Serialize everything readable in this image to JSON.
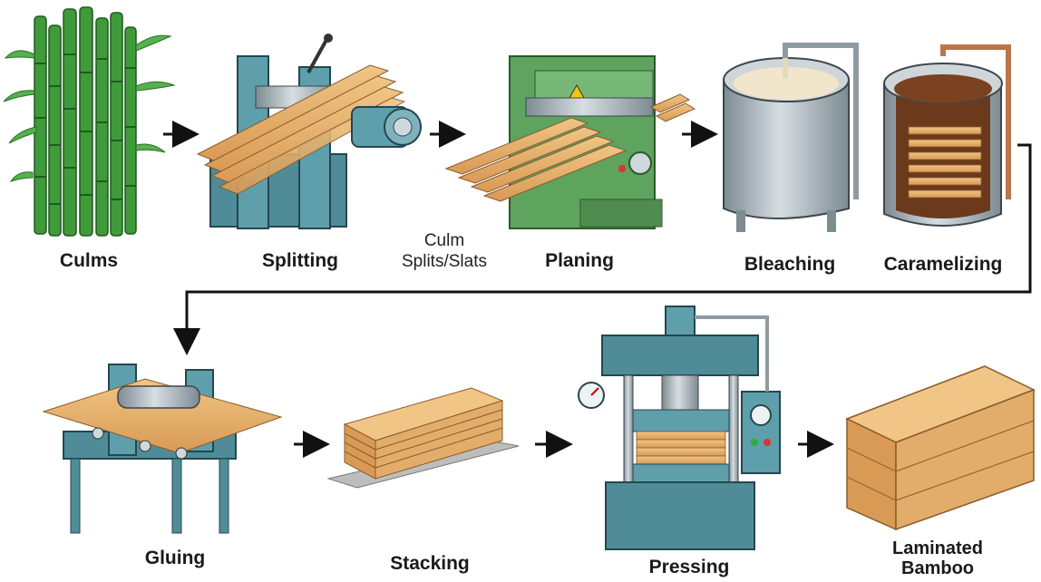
{
  "steps": {
    "culms": "Culms",
    "splitting": "Splitting",
    "planing": "Planing",
    "bleaching": "Bleaching",
    "caramelizing": "Caramelizing",
    "gluing": "Gluing",
    "stacking": "Stacking",
    "pressing": "Pressing",
    "laminated_line1": "Laminated",
    "laminated_line2": "Bamboo"
  },
  "intermediate": {
    "line1": "Culm",
    "line2": "Splits/Slats"
  },
  "colors": {
    "bamboo_green": "#3f9a3a",
    "machine_teal": "#4f8c98",
    "machine_green": "#5ea35e",
    "wood": "#e2ad6a",
    "steel": "#9aa7ad",
    "caramel_liquid": "#6b3a1c",
    "bleach_liquid": "#f1e6cc"
  }
}
